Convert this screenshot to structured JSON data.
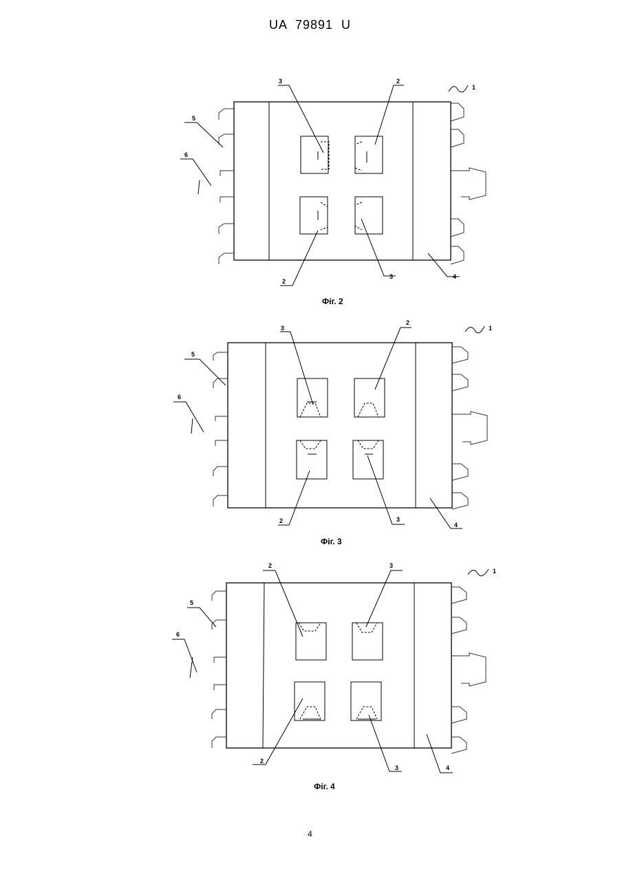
{
  "document": {
    "header": "UA 79891 U",
    "page_number": "4"
  },
  "figures": [
    {
      "caption": "Фіг. 2",
      "labels": {
        "l1": "1",
        "l2_top": "2",
        "l3_top": "3",
        "l5": "5",
        "l6": "6",
        "l2_bottom": "2",
        "l3_bottom": "3",
        "l4": "4"
      }
    },
    {
      "caption": "Фіг. 3",
      "labels": {
        "l1": "1",
        "l2_top": "2",
        "l3_top": "3",
        "l5": "5",
        "l6": "6",
        "l2_bottom": "2",
        "l3_bottom": "3",
        "l4": "4"
      }
    },
    {
      "caption": "Фіг. 4",
      "labels": {
        "l1": "1",
        "l2_top": "2",
        "l3_top": "3",
        "l5": "5",
        "l6": "6",
        "l2_bottom": "2",
        "l3_bottom": "3",
        "l4": "4"
      }
    }
  ]
}
